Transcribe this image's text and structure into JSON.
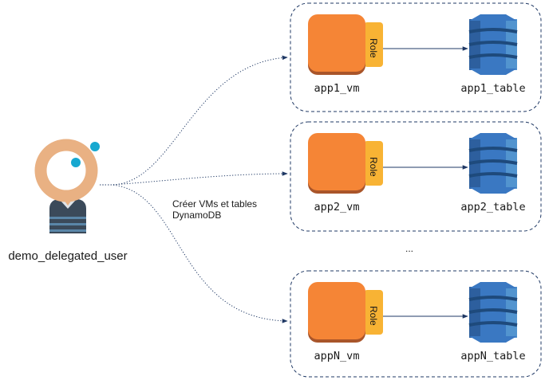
{
  "user": {
    "label": "demo_delegated_user"
  },
  "edge_label": {
    "line1": "Créer VMs et tables",
    "line2": "DynamoDB"
  },
  "ellipsis": "...",
  "groups": [
    {
      "vm_label": "app1_vm",
      "role_label": "Role",
      "table_label": "app1_table"
    },
    {
      "vm_label": "app2_vm",
      "role_label": "Role",
      "table_label": "app2_table"
    },
    {
      "vm_label": "appN_vm",
      "role_label": "Role",
      "table_label": "appN_table"
    }
  ],
  "colors": {
    "edge": "#1f3864",
    "vm": "#f58536",
    "vm_shadow": "#a9552a",
    "role": "#f8b334",
    "dynamo_dark": "#2d5f9e",
    "dynamo_mid": "#3a78c2",
    "dynamo_light": "#5294cf",
    "head_ring": "#e9b183",
    "accent_dot": "#17a8d0",
    "shirt": "#3b4a5a",
    "stripe": "#5a86a8"
  }
}
